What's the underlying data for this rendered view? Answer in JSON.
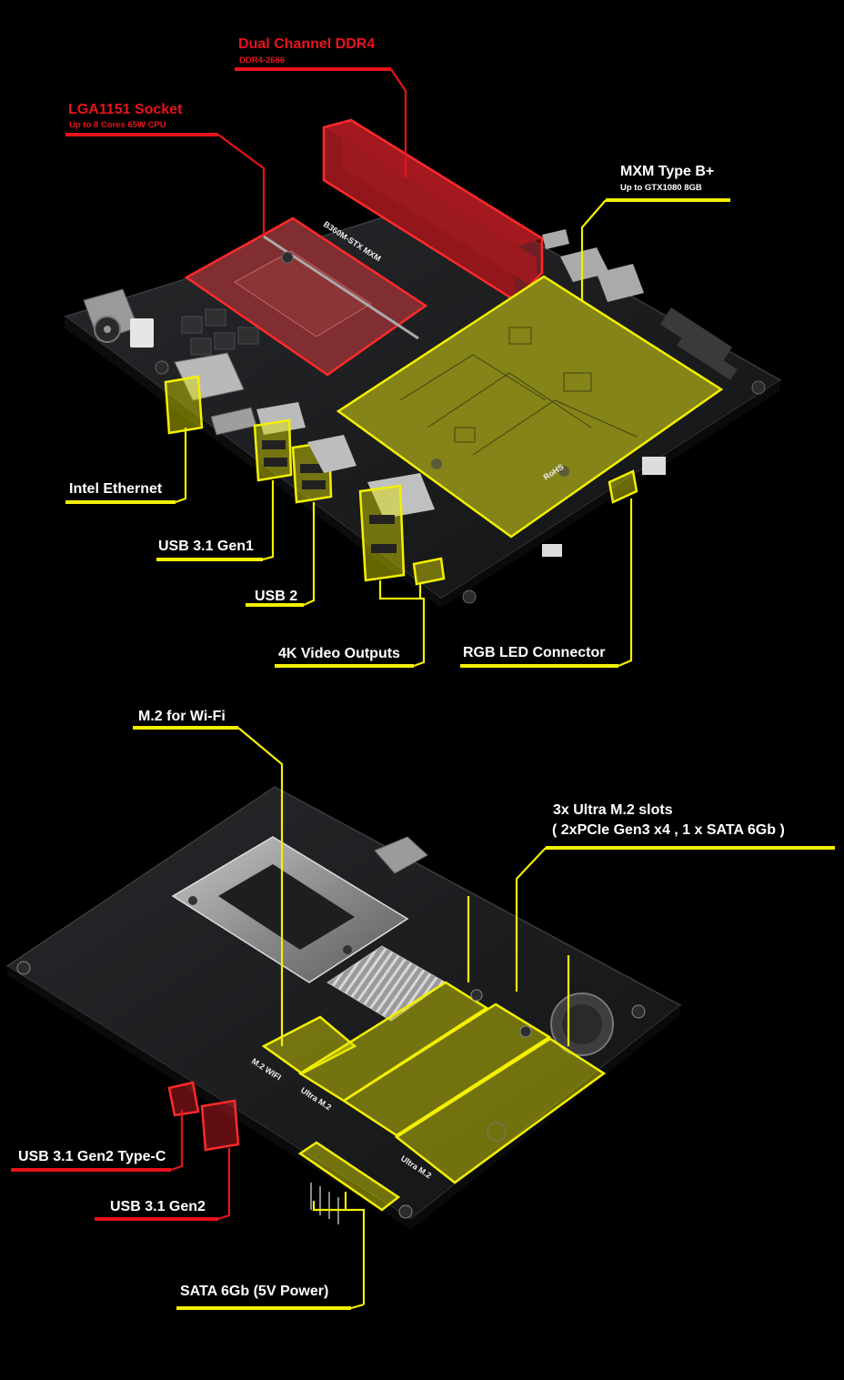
{
  "top": {
    "labels": {
      "ddr4_title": "Dual Channel DDR4",
      "ddr4_sub": "DDR4-2666",
      "socket_title": "LGA1151 Socket",
      "socket_sub": "Up to 8 Cores 65W CPU",
      "mxm_title": "MXM Type B+",
      "mxm_sub": "Up to GTX1080 8GB",
      "ethernet": "Intel Ethernet",
      "usb31gen1": "USB 3.1 Gen1",
      "usb2": "USB 2",
      "video": "4K Video Outputs",
      "rgb": "RGB LED Connector"
    },
    "board_silkscreen": "B360M-STX MXM",
    "mxm_silkscreen": "RoHS"
  },
  "bottom": {
    "labels": {
      "m2wifi": "M.2 for Wi-Fi",
      "ultra_title": "3x Ultra M.2 slots",
      "ultra_sub": "( 2xPCIe Gen3 x4 , 1 x SATA 6Gb )",
      "usbc": "USB 3.1 Gen2 Type-C",
      "usb31gen2": "USB 3.1 Gen2",
      "sata": "SATA 6Gb (5V Power)"
    },
    "slot_silkscreen": [
      "M.2 WIFI",
      "Ultra M.2",
      "Ultra M.2"
    ]
  },
  "colors": {
    "background": "#000000",
    "highlight_yellow": "#f4f000",
    "highlight_red": "#e8131b",
    "label_text": "#ffffff",
    "pcb": "#1b1c1e"
  }
}
